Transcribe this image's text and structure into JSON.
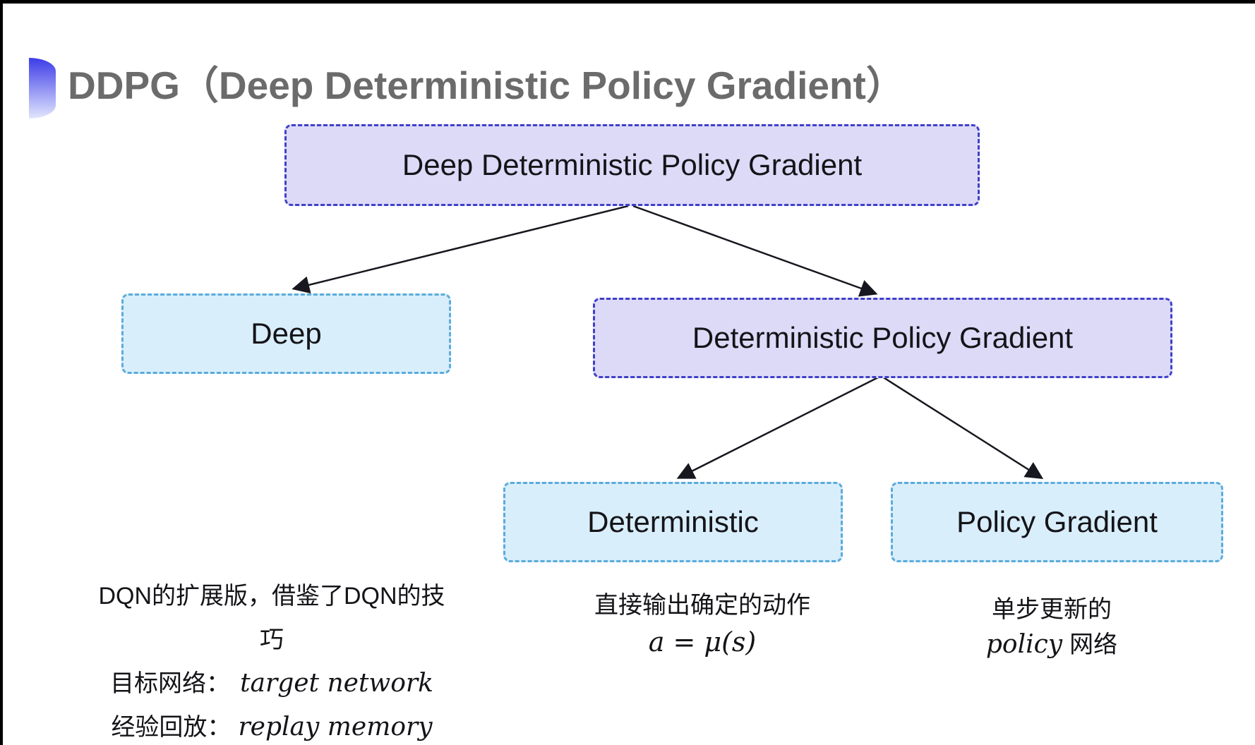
{
  "title": {
    "text": "DDPG（Deep Deterministic Policy Gradient）"
  },
  "nodes": {
    "root": {
      "label": "Deep Deterministic Policy Gradient"
    },
    "deep": {
      "label": "Deep"
    },
    "dpg": {
      "label": "Deterministic Policy Gradient"
    },
    "deterministic": {
      "label": "Deterministic"
    },
    "policy_gradient": {
      "label": "Policy Gradient"
    }
  },
  "captions": {
    "deep": {
      "line1": "DQN的扩展版，借鉴了DQN的技巧",
      "line2_cn": "目标网络：",
      "line2_en": "target network",
      "line3_cn": "经验回放：",
      "line3_en": "replay memory"
    },
    "deterministic": {
      "line1": "直接输出确定的动作",
      "formula": "a = μ(s)"
    },
    "policy_gradient": {
      "line1": "单步更新的",
      "line2_en": "policy",
      "line2_cn": "网络"
    }
  },
  "colors": {
    "lavender_fill": "#dddaf8",
    "lavender_border": "#4040c8",
    "cyan_fill": "#d9eefb",
    "cyan_border": "#5aabdb",
    "arrow": "#17171f",
    "title_text": "#6b6b6b",
    "body_text": "#141418",
    "bullet_top": "#3c3ce8",
    "bullet_bottom": "#e2e6fd"
  }
}
